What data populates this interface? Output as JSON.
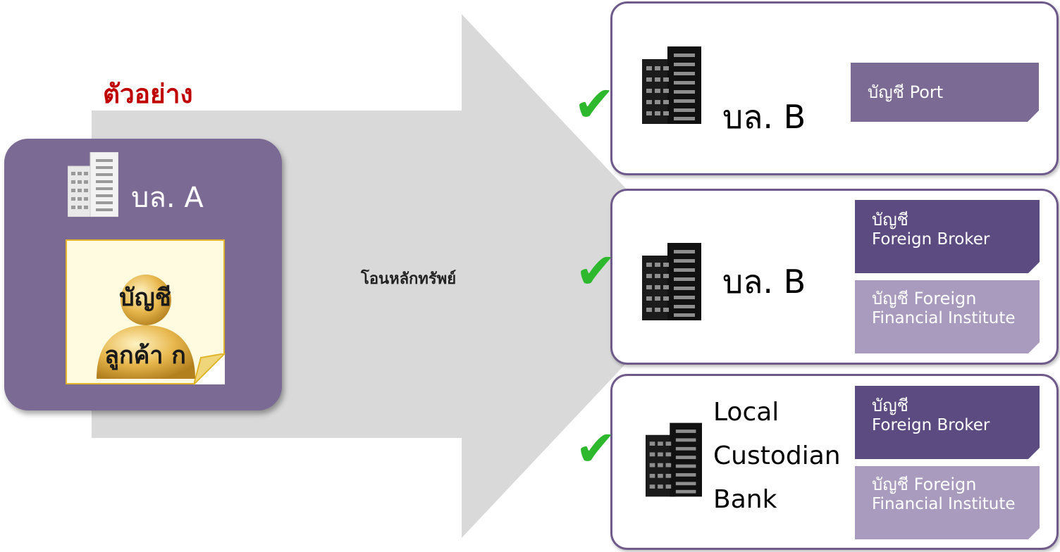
{
  "title": "ตัวอย่าง",
  "source": {
    "company": "บล. A",
    "account_line1": "บัญชี",
    "account_line2": "ลูกค้า ก"
  },
  "transfer_label": "โอนหลักทรัพย์",
  "destinations": [
    {
      "name": "บล. B",
      "accounts": [
        {
          "line1": "บัญชี Port",
          "line2": ""
        }
      ]
    },
    {
      "name": "บล. B",
      "accounts": [
        {
          "line1": "บัญชี",
          "line2": "Foreign Broker"
        },
        {
          "line1": "บัญชี Foreign",
          "line2": "Financial Institute"
        }
      ]
    },
    {
      "name_lines": [
        "Local",
        "Custodian",
        "Bank"
      ],
      "accounts": [
        {
          "line1": "บัญชี",
          "line2": "Foreign Broker"
        },
        {
          "line1": "บัญชี Foreign",
          "line2": "Financial Institute"
        }
      ]
    }
  ],
  "check_mark": "✔",
  "icons": [
    "building-icon",
    "person-icon",
    "checkmark-icon"
  ],
  "colors": {
    "title": "#c00000",
    "card": "#7b6a94",
    "tag_dark": "#5c4b80",
    "tag_light": "#a89bbd",
    "check": "#2eb82e",
    "arrow": "#d9d9d9"
  }
}
